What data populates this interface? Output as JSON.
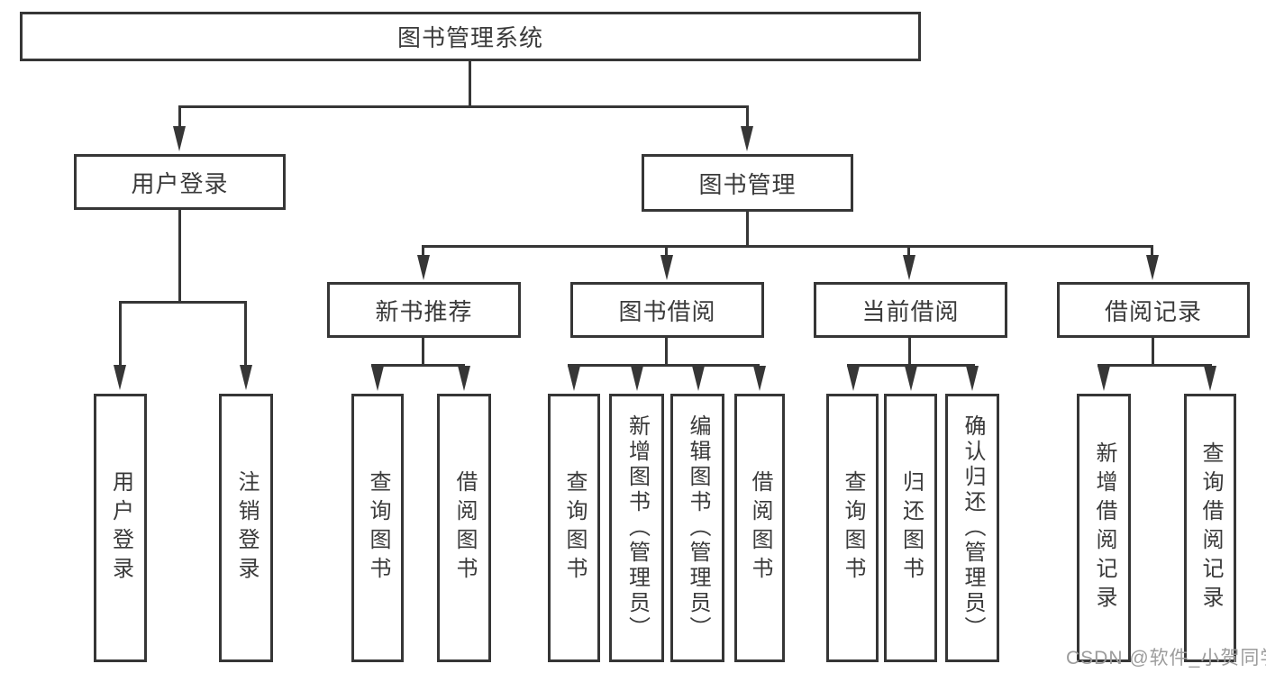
{
  "diagram": {
    "root": {
      "label": "图书管理系统"
    },
    "level2": {
      "user_login": {
        "label": "用户登录"
      },
      "book_management": {
        "label": "图书管理"
      }
    },
    "level3": {
      "new_book": {
        "label": "新书推荐"
      },
      "book_borrow": {
        "label": "图书借阅"
      },
      "current_borrow": {
        "label": "当前借阅"
      },
      "borrow_record": {
        "label": "借阅记录"
      }
    },
    "leaves": {
      "user_login": [
        "用户登录",
        "注销登录"
      ],
      "new_book": [
        "查询图书",
        "借阅图书"
      ],
      "book_borrow": [
        "查询图书",
        "新增图书（管理员）",
        "编辑图书（管理员）",
        "借阅图书"
      ],
      "current_borrow": [
        "查询图书",
        "归还图书",
        "确认归还（管理员）"
      ],
      "borrow_record": [
        "新增借阅记录",
        "查询借阅记录"
      ]
    },
    "watermark": {
      "text": "CSDN @软件_小贺同学",
      "color": "#9c9c9c"
    },
    "colors": {
      "line": "#363636",
      "text": "#3a3a3a",
      "background": "#ffffff"
    }
  }
}
